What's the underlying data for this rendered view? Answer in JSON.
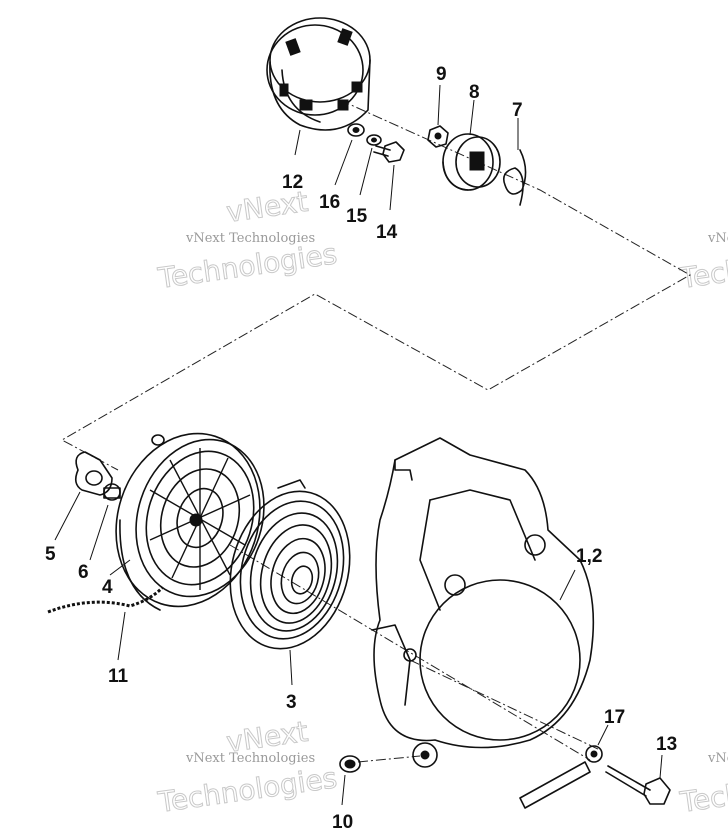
{
  "labels": {
    "p12": "12",
    "p16": "16",
    "p15": "15",
    "p14": "14",
    "p9": "9",
    "p8": "8",
    "p7": "7",
    "p5": "5",
    "p6": "6",
    "p4": "4",
    "p11": "11",
    "p3": "3",
    "p12cover": "1,2",
    "p17": "17",
    "p13": "13",
    "p10": "10"
  },
  "watermark": {
    "small": "vNext Technologies",
    "line1": "vNext",
    "line2": "Technologies"
  }
}
